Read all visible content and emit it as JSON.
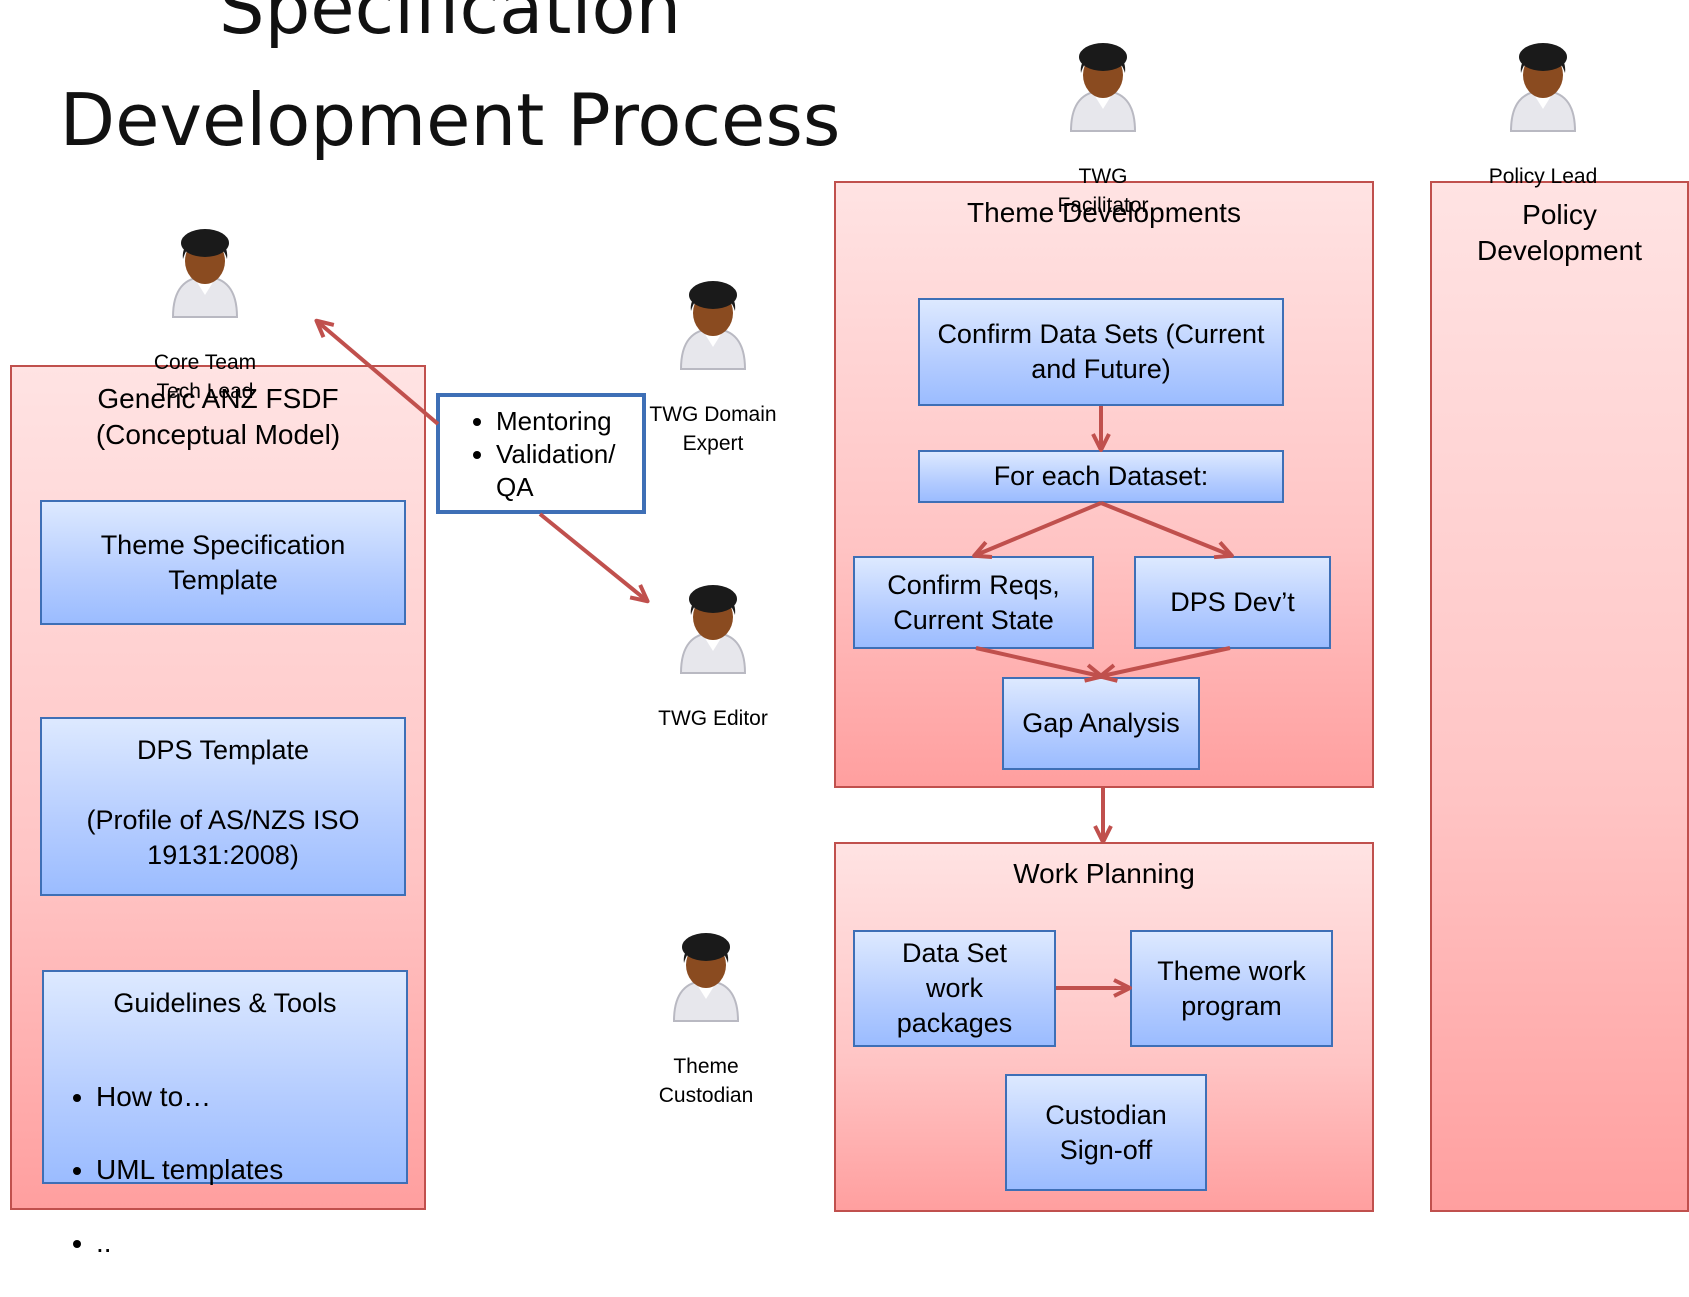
{
  "title": {
    "line1": "Specification",
    "line2": "Development Process"
  },
  "people": {
    "core_team": "Core Team\nTech Lead",
    "twg_facilitator": "TWG\nFacilitator",
    "policy_lead": "Policy Lead",
    "twg_domain_expert": "TWG Domain\nExpert",
    "twg_editor": "TWG Editor",
    "theme_custodian": "Theme\nCustodian"
  },
  "callout": {
    "items": [
      "Mentoring",
      "Validation/\nQA"
    ]
  },
  "generic": {
    "title": "Generic ANZ FSDF\n(Conceptual Model)",
    "theme_spec": "Theme Specification\nTemplate",
    "dps_template": "DPS Template\n\n(Profile of AS/NZS ISO\n19131:2008)",
    "guidelines": {
      "title": "Guidelines & Tools",
      "items": [
        "How to…",
        "UML templates",
        ".."
      ]
    }
  },
  "theme_dev": {
    "title": "Theme Developments",
    "confirm_data_sets": "Confirm Data Sets (Current\nand Future)",
    "for_each": "For each Dataset:",
    "confirm_reqs": "Confirm Reqs,\nCurrent State",
    "dps_devt": "DPS Dev’t",
    "gap_analysis": "Gap Analysis"
  },
  "work_planning": {
    "title": "Work Planning",
    "data_set_packages": "Data Set\nwork\npackages",
    "theme_work_program": "Theme work\nprogram",
    "custodian_signoff": "Custodian\nSign-off"
  },
  "policy": {
    "title": "Policy\nDevelopment"
  },
  "colors": {
    "lane_border": "#c0504d",
    "box_border": "#3e6fb6",
    "arrow": "#c0504d",
    "lane_fill": "#ffc4c4",
    "box_fill": "#b4ccff"
  },
  "icons": {
    "person": "person-icon"
  }
}
